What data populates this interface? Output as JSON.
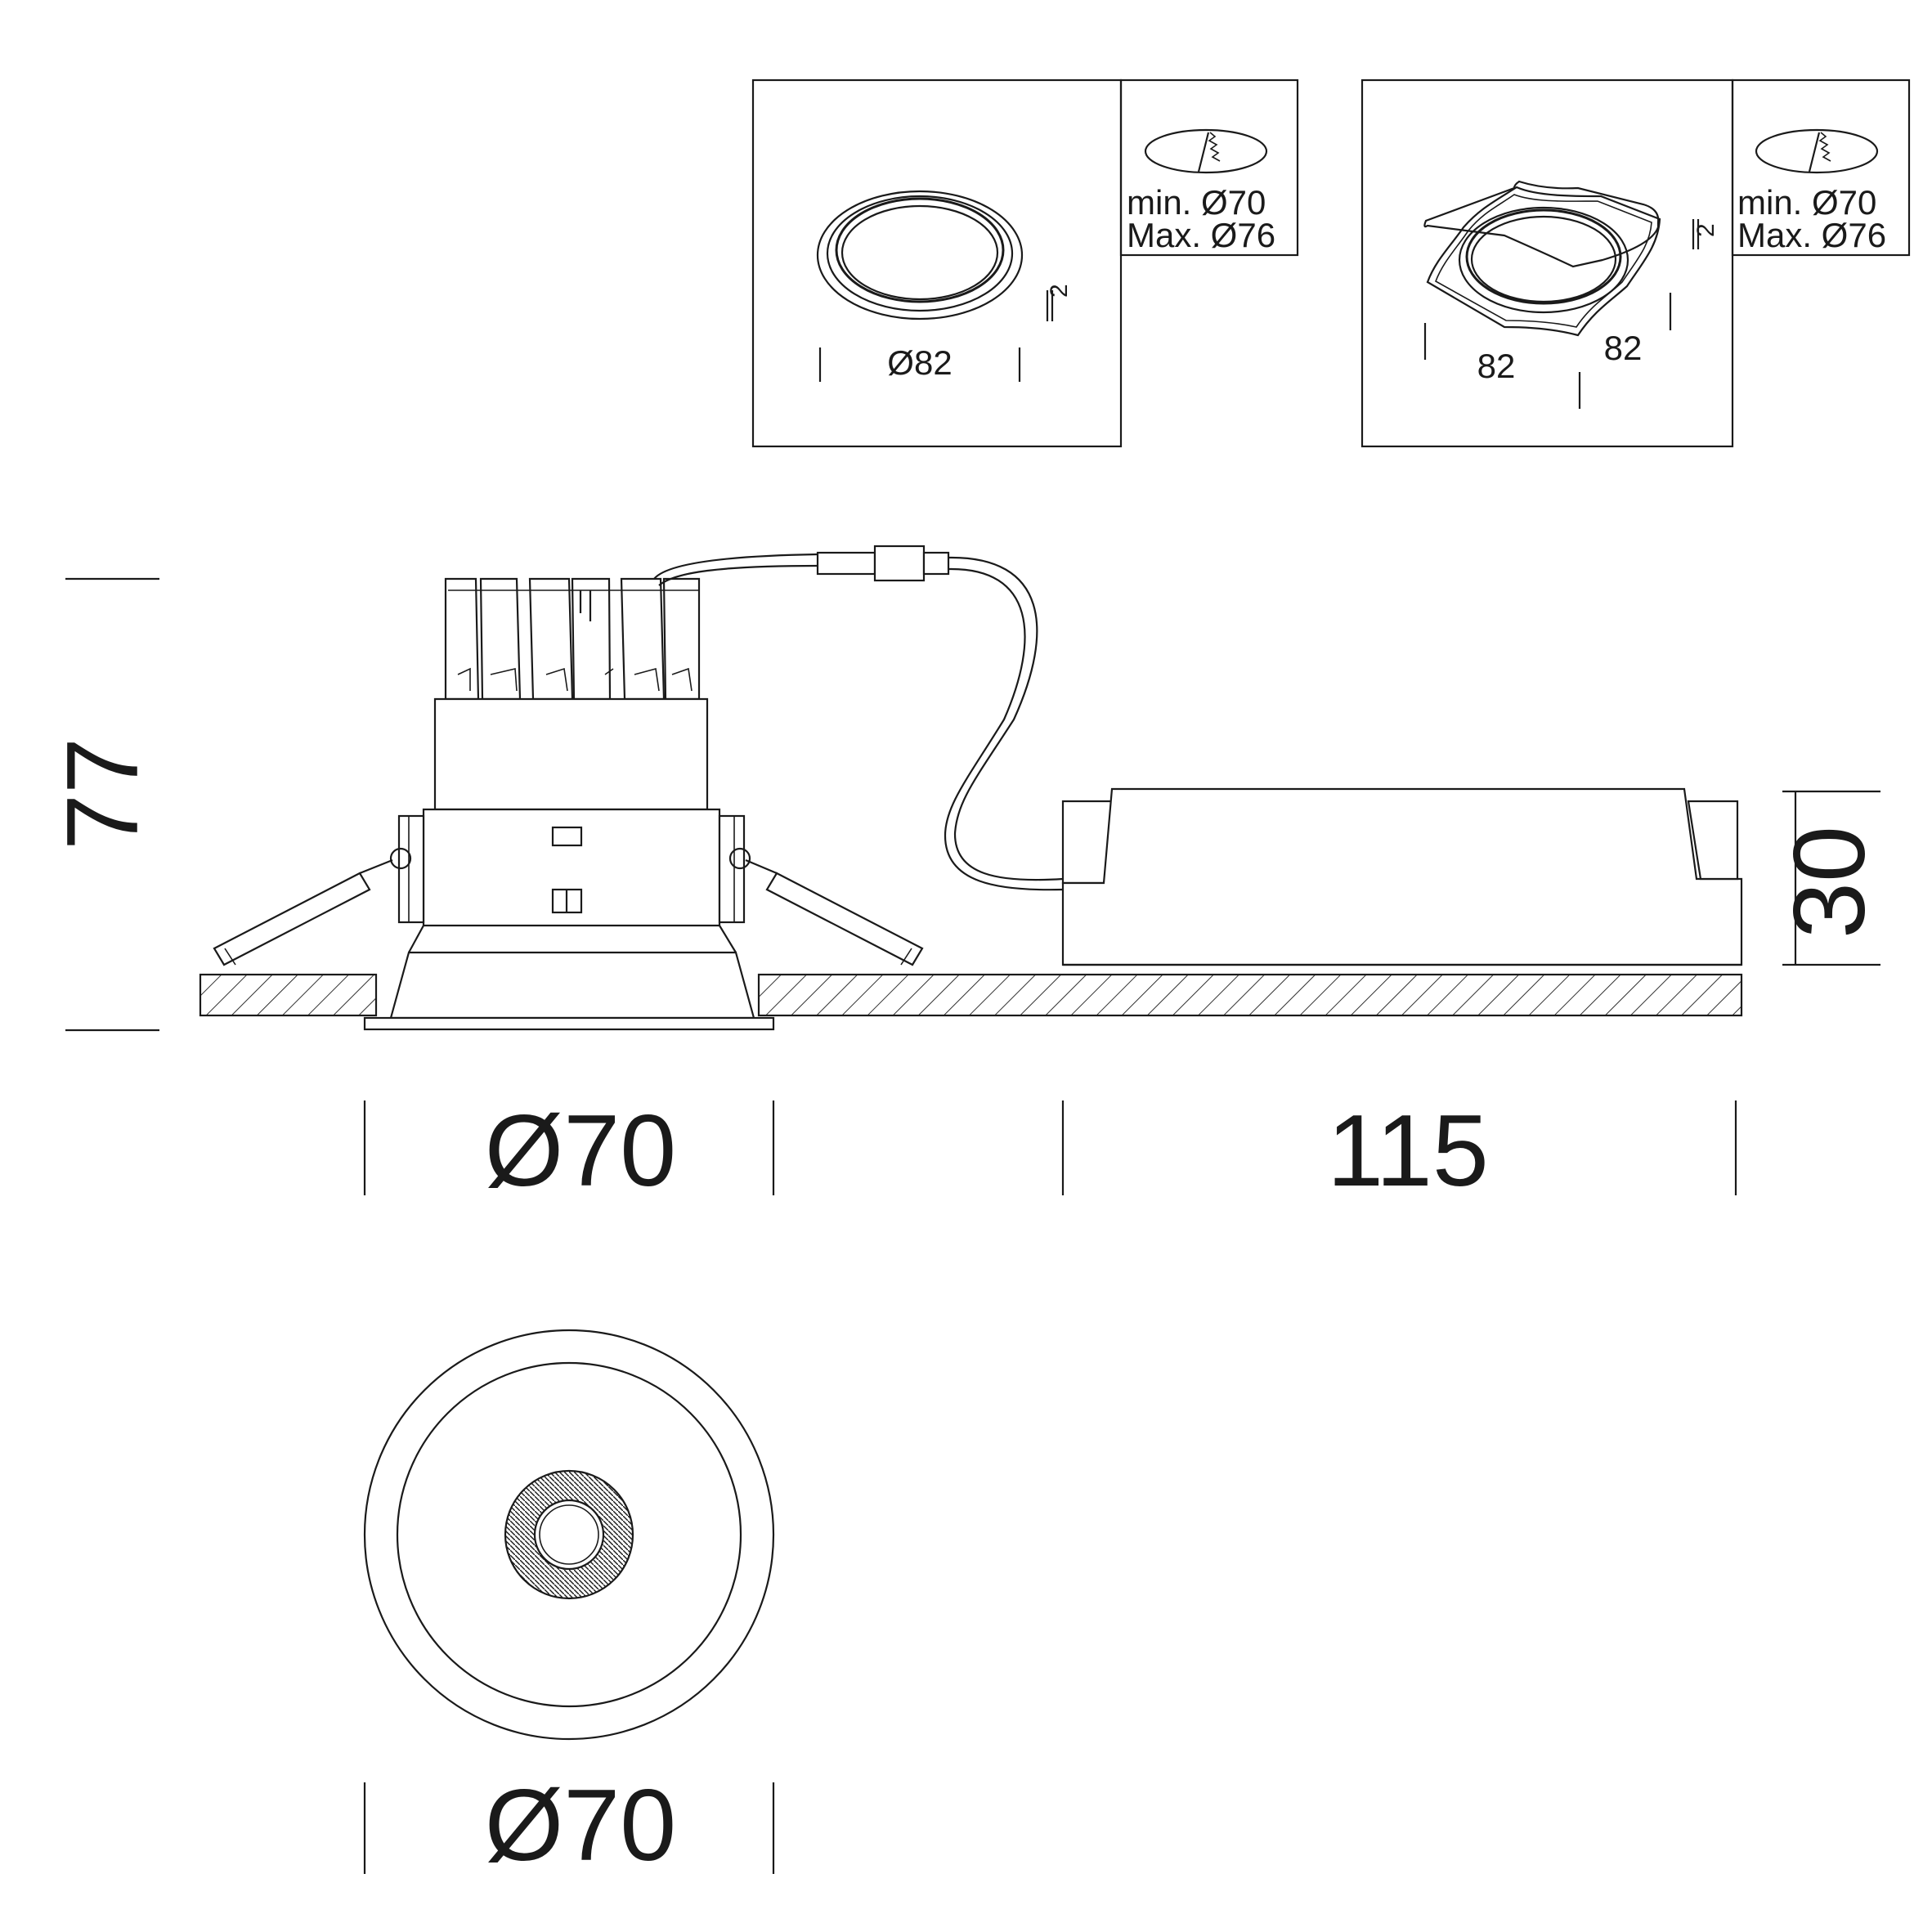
{
  "dimensions": {
    "height_total": "77",
    "driver_height": "30",
    "cutout_side": "Ø70",
    "driver_length": "115",
    "front_diameter": "Ø70"
  },
  "trim_round": {
    "diameter": "Ø82",
    "thickness": "2",
    "cutout_min": "min. Ø70",
    "cutout_max": "Max. Ø76"
  },
  "trim_square": {
    "side_a": "82",
    "side_b": "82",
    "thickness": "2",
    "cutout_min": "min. Ø70",
    "cutout_max": "Max. Ø76"
  },
  "colors": {
    "line": "#1a1a1a",
    "background": "#ffffff"
  }
}
